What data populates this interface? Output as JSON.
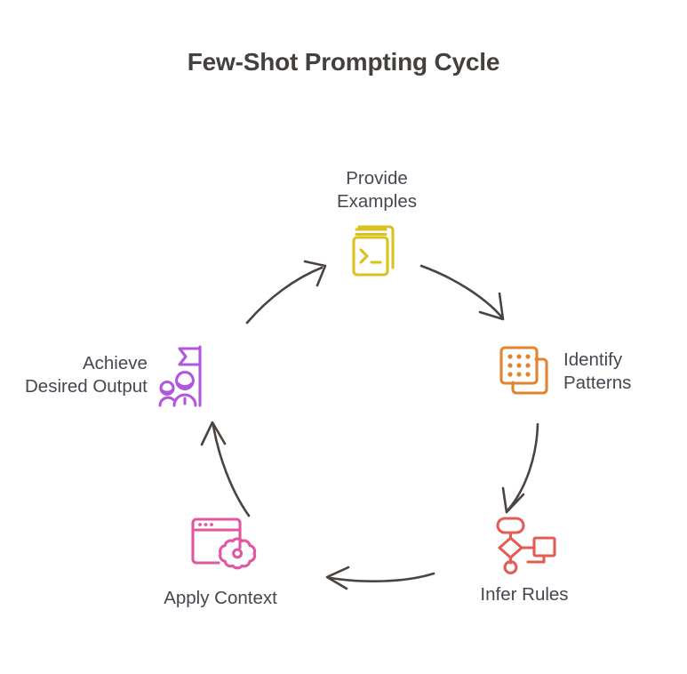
{
  "diagram": {
    "title": "Few-Shot Prompting Cycle",
    "type": "cycle",
    "background_color": "#FFFFFF",
    "title_color": "#44403E",
    "label_color": "#4A4450",
    "arrow_color": "#4A4340",
    "nodes": [
      {
        "id": "provide-examples",
        "label": "Provide\nExamples",
        "icon": "book-terminal-icon",
        "color": "#D9C21F",
        "position": "top"
      },
      {
        "id": "identify-patterns",
        "label": "Identify\nPatterns",
        "icon": "pattern-squares-icon",
        "color": "#E2832E",
        "position": "right-upper"
      },
      {
        "id": "infer-rules",
        "label": "Infer Rules",
        "icon": "flowchart-icon",
        "color": "#E35D52",
        "position": "right-lower"
      },
      {
        "id": "apply-context",
        "label": "Apply Context",
        "icon": "browser-gear-icon",
        "color": "#E2559F",
        "position": "left-lower"
      },
      {
        "id": "achieve-desired-output",
        "label": "Achieve\nDesired Output",
        "icon": "people-flag-icon",
        "color": "#B057E0",
        "position": "left-upper"
      }
    ],
    "arrows": [
      {
        "id": "arrow-provide-to-identify",
        "from": "provide-examples",
        "to": "identify-patterns"
      },
      {
        "id": "arrow-identify-to-infer",
        "from": "identify-patterns",
        "to": "infer-rules"
      },
      {
        "id": "arrow-infer-to-apply",
        "from": "infer-rules",
        "to": "apply-context"
      },
      {
        "id": "arrow-apply-to-achieve",
        "from": "apply-context",
        "to": "achieve-desired-output"
      },
      {
        "id": "arrow-achieve-to-provide",
        "from": "achieve-desired-output",
        "to": "provide-examples"
      }
    ]
  }
}
